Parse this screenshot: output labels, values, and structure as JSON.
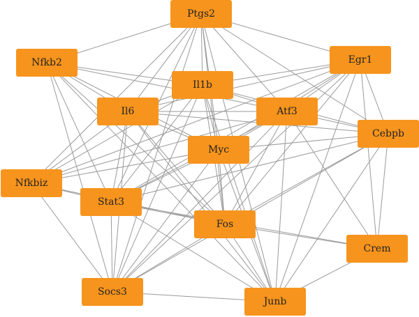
{
  "graph": {
    "node_color": "#f7941d",
    "edge_color": "#9a9a9a",
    "label_color": "#222222",
    "nodes": [
      {
        "id": "ptgs2",
        "label": "Ptgs2"
      },
      {
        "id": "nfkb2",
        "label": "Nfkb2"
      },
      {
        "id": "egr1",
        "label": "Egr1"
      },
      {
        "id": "il1b",
        "label": "Il1b"
      },
      {
        "id": "il6",
        "label": "Il6"
      },
      {
        "id": "atf3",
        "label": "Atf3"
      },
      {
        "id": "cebpb",
        "label": "Cebpb"
      },
      {
        "id": "myc",
        "label": "Myc"
      },
      {
        "id": "nfkbiz",
        "label": "Nfkbiz"
      },
      {
        "id": "stat3",
        "label": "Stat3"
      },
      {
        "id": "fos",
        "label": "Fos"
      },
      {
        "id": "crem",
        "label": "Crem"
      },
      {
        "id": "socs3",
        "label": "Socs3"
      },
      {
        "id": "junb",
        "label": "Junb"
      }
    ],
    "edges": [
      [
        "ptgs2",
        "nfkb2"
      ],
      [
        "ptgs2",
        "egr1"
      ],
      [
        "ptgs2",
        "il1b"
      ],
      [
        "ptgs2",
        "il6"
      ],
      [
        "ptgs2",
        "atf3"
      ],
      [
        "ptgs2",
        "cebpb"
      ],
      [
        "ptgs2",
        "myc"
      ],
      [
        "ptgs2",
        "nfkbiz"
      ],
      [
        "ptgs2",
        "stat3"
      ],
      [
        "ptgs2",
        "fos"
      ],
      [
        "ptgs2",
        "socs3"
      ],
      [
        "ptgs2",
        "junb"
      ],
      [
        "nfkb2",
        "il1b"
      ],
      [
        "nfkb2",
        "il6"
      ],
      [
        "nfkb2",
        "atf3"
      ],
      [
        "nfkb2",
        "myc"
      ],
      [
        "nfkb2",
        "stat3"
      ],
      [
        "nfkb2",
        "fos"
      ],
      [
        "nfkb2",
        "socs3"
      ],
      [
        "nfkb2",
        "junb"
      ],
      [
        "egr1",
        "il1b"
      ],
      [
        "egr1",
        "il6"
      ],
      [
        "egr1",
        "atf3"
      ],
      [
        "egr1",
        "cebpb"
      ],
      [
        "egr1",
        "myc"
      ],
      [
        "egr1",
        "stat3"
      ],
      [
        "egr1",
        "fos"
      ],
      [
        "egr1",
        "crem"
      ],
      [
        "egr1",
        "socs3"
      ],
      [
        "egr1",
        "junb"
      ],
      [
        "egr1",
        "nfkbiz"
      ],
      [
        "il1b",
        "il6"
      ],
      [
        "il1b",
        "atf3"
      ],
      [
        "il1b",
        "cebpb"
      ],
      [
        "il1b",
        "myc"
      ],
      [
        "il1b",
        "stat3"
      ],
      [
        "il1b",
        "fos"
      ],
      [
        "il1b",
        "socs3"
      ],
      [
        "il1b",
        "junb"
      ],
      [
        "il1b",
        "nfkbiz"
      ],
      [
        "il6",
        "atf3"
      ],
      [
        "il6",
        "cebpb"
      ],
      [
        "il6",
        "myc"
      ],
      [
        "il6",
        "nfkbiz"
      ],
      [
        "il6",
        "stat3"
      ],
      [
        "il6",
        "fos"
      ],
      [
        "il6",
        "socs3"
      ],
      [
        "il6",
        "junb"
      ],
      [
        "atf3",
        "cebpb"
      ],
      [
        "atf3",
        "myc"
      ],
      [
        "atf3",
        "nfkbiz"
      ],
      [
        "atf3",
        "stat3"
      ],
      [
        "atf3",
        "fos"
      ],
      [
        "atf3",
        "crem"
      ],
      [
        "atf3",
        "socs3"
      ],
      [
        "atf3",
        "junb"
      ],
      [
        "cebpb",
        "myc"
      ],
      [
        "cebpb",
        "stat3"
      ],
      [
        "cebpb",
        "fos"
      ],
      [
        "cebpb",
        "crem"
      ],
      [
        "cebpb",
        "socs3"
      ],
      [
        "cebpb",
        "junb"
      ],
      [
        "myc",
        "nfkbiz"
      ],
      [
        "myc",
        "stat3"
      ],
      [
        "myc",
        "fos"
      ],
      [
        "myc",
        "socs3"
      ],
      [
        "myc",
        "junb"
      ],
      [
        "nfkbiz",
        "stat3"
      ],
      [
        "nfkbiz",
        "fos"
      ],
      [
        "nfkbiz",
        "socs3"
      ],
      [
        "stat3",
        "fos"
      ],
      [
        "stat3",
        "crem"
      ],
      [
        "stat3",
        "socs3"
      ],
      [
        "stat3",
        "junb"
      ],
      [
        "fos",
        "crem"
      ],
      [
        "fos",
        "socs3"
      ],
      [
        "fos",
        "junb"
      ],
      [
        "crem",
        "junb"
      ],
      [
        "socs3",
        "junb"
      ]
    ]
  }
}
